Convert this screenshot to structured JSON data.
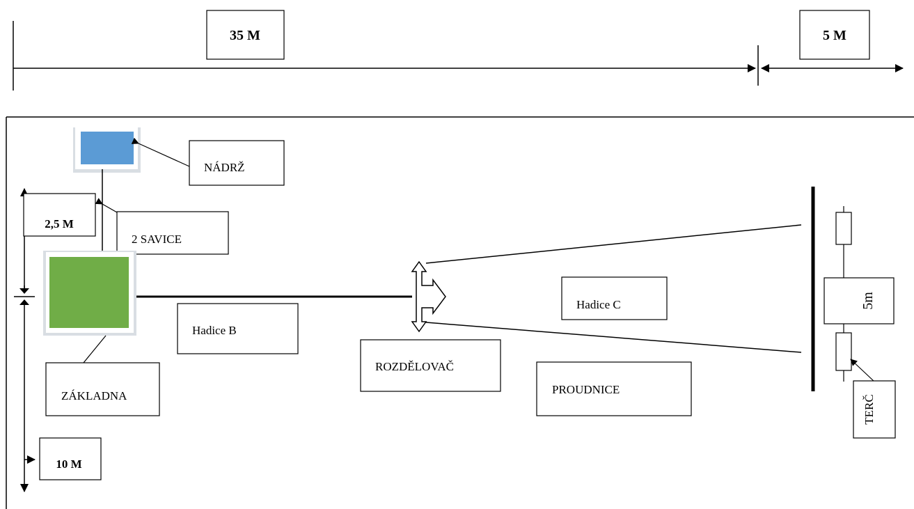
{
  "top_scale": {
    "segment_1": "35 M",
    "segment_2": "5 M"
  },
  "components": {
    "tank": "NÁDRŽ",
    "suction_hoses": "2 SAVICE",
    "base": "ZÁKLADNA",
    "hose_b": "Hadice B",
    "distributor": "ROZDĚLOVAČ",
    "hose_c": "Hadice C",
    "nozzles": "PROUDNICE",
    "target": "TERČ"
  },
  "dimensions": {
    "offset_upper": "2,5 M",
    "offset_lower": "10 M",
    "target_spacing": "5m"
  },
  "colors": {
    "tank_fill": "#5B9BD5",
    "base_fill": "#70AD47",
    "shadow": "#D9DEE3"
  }
}
